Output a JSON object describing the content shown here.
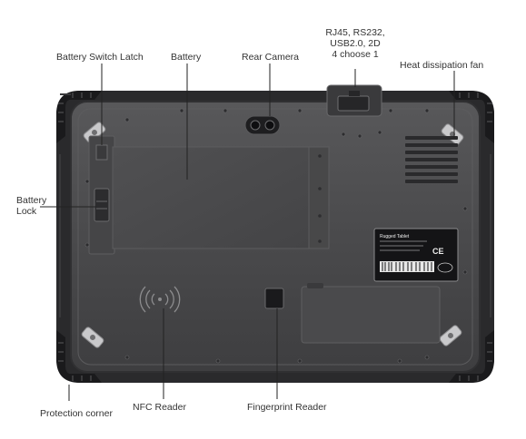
{
  "callouts": {
    "battery_switch_latch": "Battery Switch Latch",
    "battery": "Battery",
    "rear_camera": "Rear Camera",
    "ports": [
      "RJ45, RS232,",
      "USB2.0, 2D",
      "4 choose 1"
    ],
    "heat_dissipation_fan": "Heat dissipation fan",
    "battery_lock": [
      "Battery",
      "Lock"
    ],
    "nfc_reader": "NFC Reader",
    "fingerprint_reader": "Fingerprint Reader",
    "protection_corner": "Protection corner"
  },
  "label_sticker": {
    "title": "Rugged Tablet",
    "ce_mark": "CE"
  },
  "colors": {
    "body": "#4a4a4c",
    "body_dark": "#2f2f31",
    "bumper": "#1f1f21",
    "line": "#222222",
    "text": "#333333"
  },
  "icons": [
    "nfc-icon",
    "fingerprint-sensor-icon",
    "camera-icon",
    "fan-vent-icon"
  ]
}
